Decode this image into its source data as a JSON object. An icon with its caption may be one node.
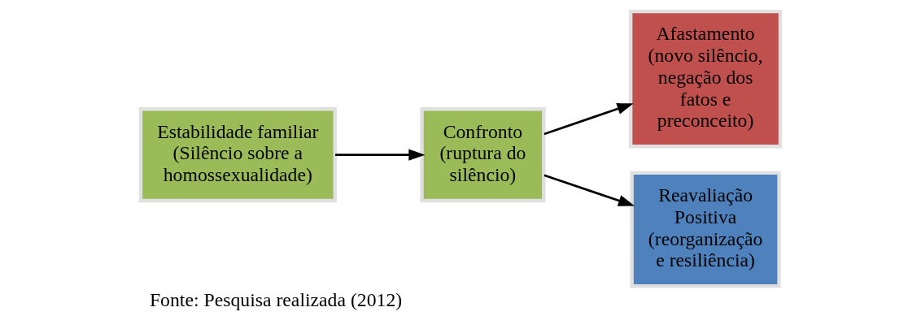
{
  "diagram": {
    "caption": "Fonte: Pesquisa realizada (2012)",
    "nodes": [
      {
        "text": [
          "Estabilidade familiar (Silêncio sobre a homossexualidade)"
        ]
      },
      {
        "text": [
          "Confronto (ruptura do silêncio)"
        ]
      },
      {
        "text": [
          "Afastamento (novo silêncio, negação dos fatos e preconceito)"
        ]
      },
      {
        "text": [
          "Reavaliação Positiva (reorganização e resiliência)"
        ]
      }
    ],
    "edges": [
      {
        "from": 0,
        "to": 1,
        "arrow": "to"
      },
      {
        "from": 1,
        "to": 2,
        "arrow": "to"
      },
      {
        "from": 1,
        "to": 3,
        "arrow": "to"
      }
    ]
  }
}
